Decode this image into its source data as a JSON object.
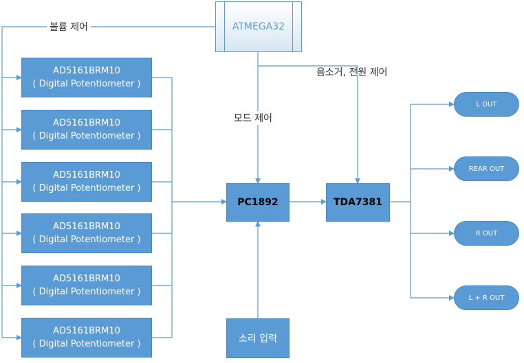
{
  "mcu": {
    "name": "ATMEGA32"
  },
  "potentiometers": [
    {
      "part": "AD5161BRM10",
      "desc": "( Digital Potentiometer )"
    },
    {
      "part": "AD5161BRM10",
      "desc": "( Digital Potentiometer )"
    },
    {
      "part": "AD5161BRM10",
      "desc": "( Digital Potentiometer )"
    },
    {
      "part": "AD5161BRM10",
      "desc": "( Digital Potentiometer )"
    },
    {
      "part": "AD5161BRM10",
      "desc": "( Digital Potentiometer )"
    },
    {
      "part": "AD5161BRM10",
      "desc": "( Digital Potentiometer )"
    }
  ],
  "decoder": {
    "name": "PC1892"
  },
  "amplifier": {
    "name": "TDA7381"
  },
  "sound_input": {
    "name": "소리 입력"
  },
  "outputs": [
    "L OUT",
    "REAR OUT",
    "R OUT",
    "L + R OUT"
  ],
  "labels": {
    "volume_control": "볼륨 제어",
    "mute_power_control": "음소거, 전원 제어",
    "mode_control": "모드 제어"
  },
  "colors": {
    "box": "#5b9bd5",
    "line": "#5b9bd5"
  }
}
